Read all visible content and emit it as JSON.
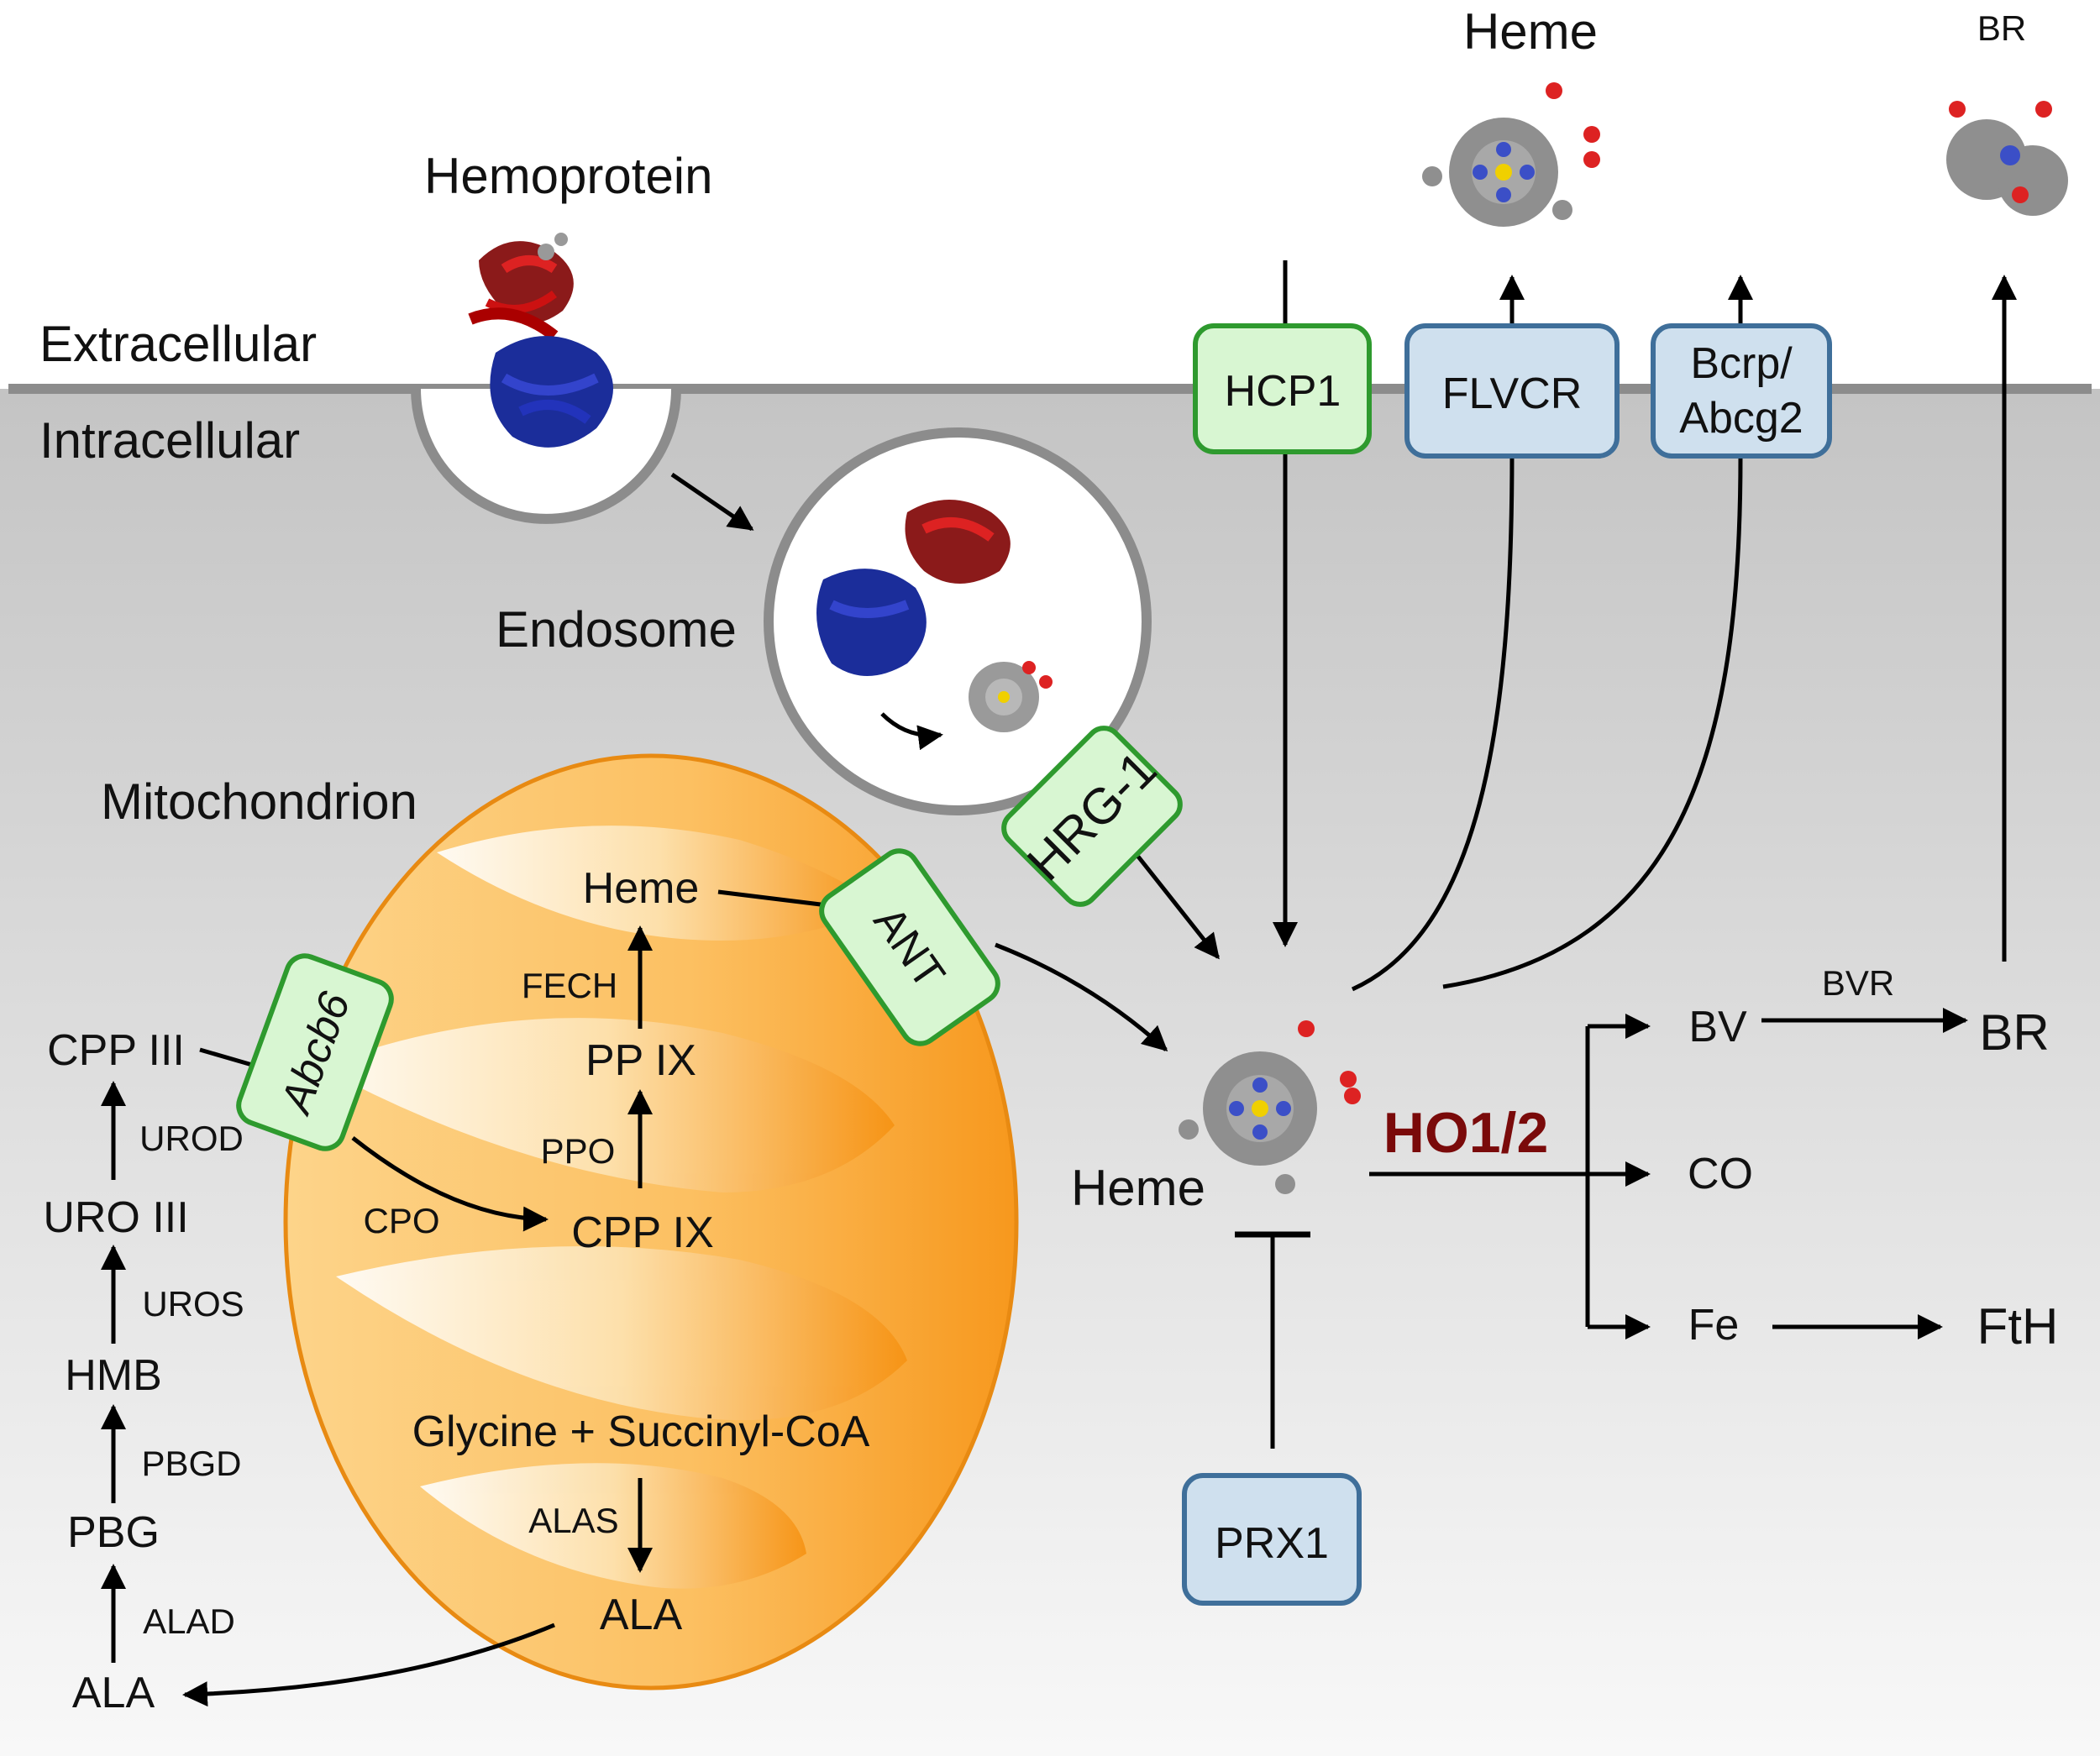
{
  "regions": {
    "extracellular": "Extracellular",
    "intracellular": "Intracellular",
    "mitochondrion": "Mitochondrion",
    "endosome": "Endosome",
    "hemoprotein": "Hemoprotein"
  },
  "transporters": {
    "hcp1": "HCP1",
    "flvcr": "FLVCR",
    "bcrp_line1": "Bcrp/",
    "bcrp_line2": "Abcg2",
    "hrg1": "HRG-1",
    "ant": "ANT",
    "abcb6": "Abcb6",
    "prx1": "PRX1"
  },
  "top_molecules": {
    "heme": "Heme",
    "br": "BR"
  },
  "cytosol": {
    "heme": "Heme",
    "enzyme": "HO1/2",
    "bv": "BV",
    "bvr": "BVR",
    "br": "BR",
    "co": "CO",
    "fe": "Fe",
    "fth": "FtH"
  },
  "mito_pathway": {
    "heme": "Heme",
    "fech": "FECH",
    "pp9": "PP IX",
    "ppo": "PPO",
    "cpp9": "CPP IX",
    "cpo": "CPO",
    "substrates": "Glycine + Succinyl-CoA",
    "alas": "ALAS",
    "ala": "ALA"
  },
  "cyto_pathway": {
    "cpp3": "CPP III",
    "urod": "UROD",
    "uro3": "URO III",
    "uros": "UROS",
    "hmb": "HMB",
    "pbgd": "PBGD",
    "pbg": "PBG",
    "alad": "ALAD",
    "ala": "ALA"
  },
  "colors": {
    "membrane": "#8c8c8c",
    "green_box_fill": "#d8f6d2",
    "green_box_stroke": "#2e9a2e",
    "blue_box_fill": "#cfe0ee",
    "blue_box_stroke": "#3f6f9a",
    "mito_fill": "#f9a533",
    "ho_text": "#7a0a0a"
  }
}
